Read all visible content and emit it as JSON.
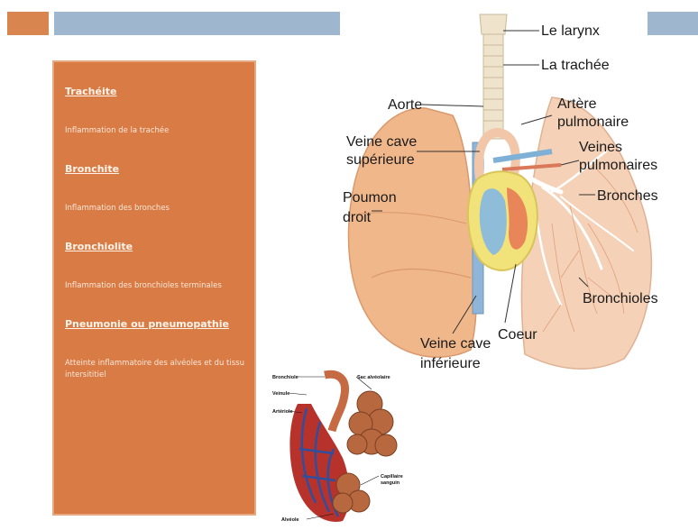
{
  "panel": {
    "items": [
      {
        "title": "Trachéite",
        "text": "Inflammation de la trachée"
      },
      {
        "title": "Bronchite",
        "text": "Inflammation des bronches"
      },
      {
        "title": "Bronchiolite",
        "text": "Inflammation des bronchioles terminales"
      },
      {
        "title": "Pneumonie ou pneumopathie",
        "text": "Atteinte inflammatoire des alvéoles et du tissu intersititiel"
      }
    ]
  },
  "diagram": {
    "labels": {
      "larynx": "Le larynx",
      "trachea": "La trachée",
      "aorta": "Aorte",
      "artery_1": "Artère",
      "artery_2": "pulmonaire",
      "vcs_1": "Veine cave",
      "vcs_2": "supérieure",
      "veins_1": "Veines",
      "veins_2": "pulmonaires",
      "bronches": "Bronches",
      "lung_1": "Poumon",
      "lung_2": "droit",
      "bronchioles": "Bronchioles",
      "heart": "Coeur",
      "vci_1": "Veine cave",
      "vci_2": "inférieure"
    }
  },
  "inset": {
    "labels": {
      "bronchiole": "Bronchiole",
      "sac": "Sac alvéolaire",
      "veinule": "Veinule",
      "arteriole": "Artériole",
      "capillaire_1": "Capillaire",
      "capillaire_2": "sanguin",
      "alveole": "Alvéole"
    }
  }
}
